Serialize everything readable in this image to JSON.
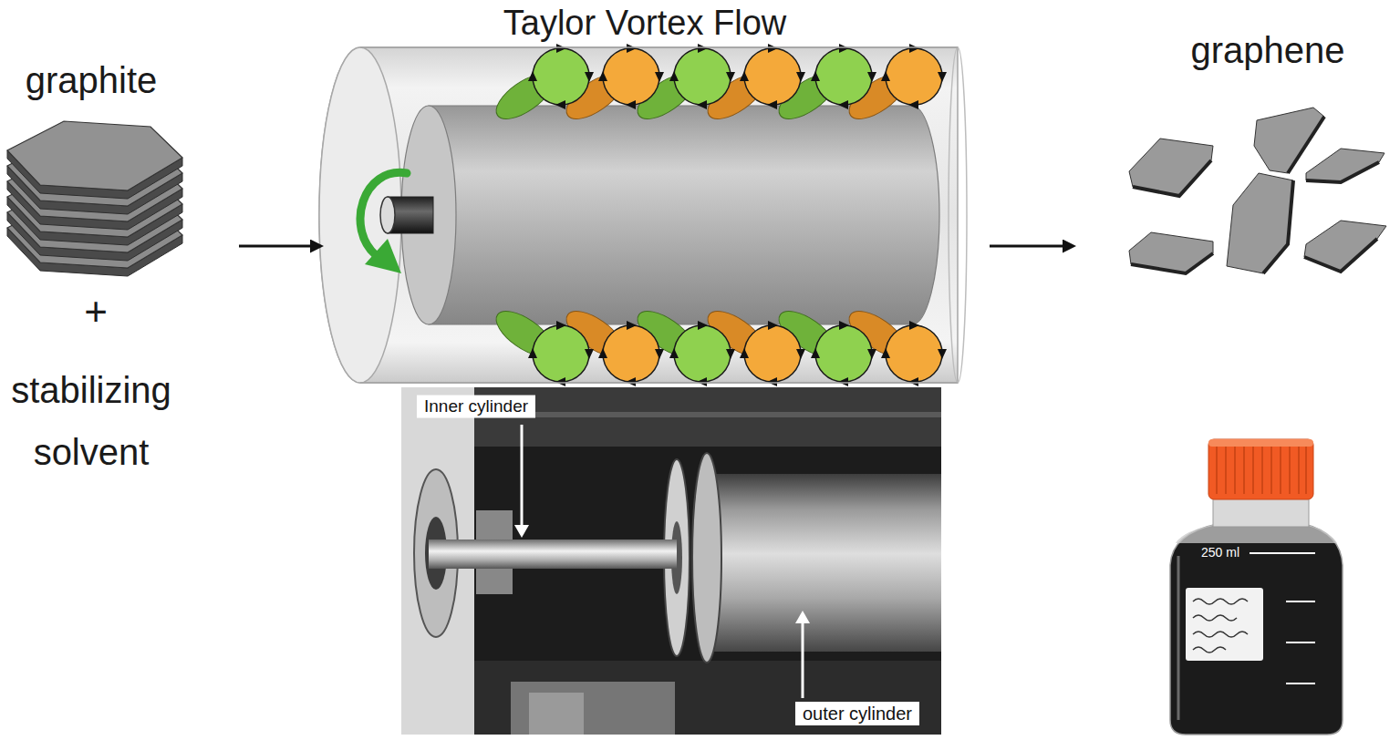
{
  "diagram": {
    "nodes": [
      {
        "text": [
          "graphite",
          "+",
          "stabilizing solvent"
        ]
      },
      {
        "text": [
          "Taylor Vortex Flow"
        ]
      },
      {
        "text": [
          "graphene"
        ]
      }
    ],
    "edges": [
      {
        "from": 0,
        "to": 1,
        "arrow": "to"
      },
      {
        "from": 1,
        "to": 2,
        "arrow": "to"
      }
    ],
    "labels": [
      "Inner cylinder",
      "outer cylinder",
      "250 ml"
    ]
  }
}
